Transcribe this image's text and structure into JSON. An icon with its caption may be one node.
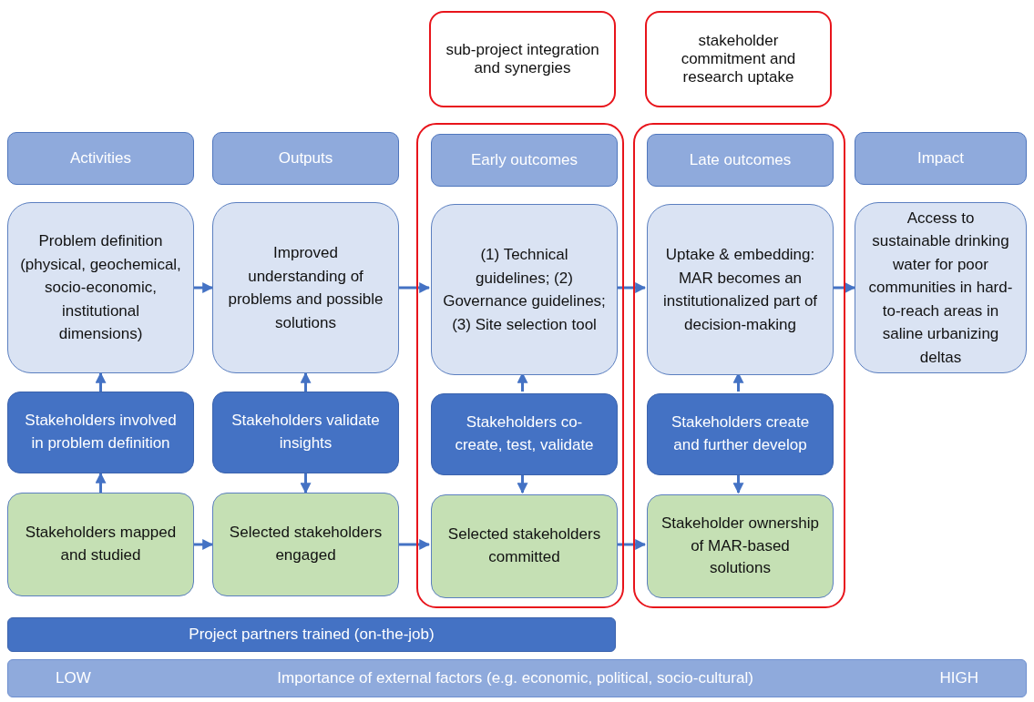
{
  "diagram": {
    "nodes": [
      {
        "text": [
          "sub-project integration and synergies"
        ]
      },
      {
        "text": [
          "stakeholder commitment and research uptake"
        ]
      },
      {
        "text": [],
        "shape": "box"
      },
      {
        "text": [],
        "shape": "box"
      },
      {
        "text": [
          "Activities"
        ]
      },
      {
        "text": [
          "Outputs"
        ]
      },
      {
        "text": [
          "Early outcomes"
        ],
        "in": 2
      },
      {
        "text": [
          "Late outcomes"
        ],
        "in": 3
      },
      {
        "text": [
          "Impact"
        ]
      },
      {
        "text": [
          "Problem definition (physical, geochemical, socio-economic, institutional dimensions)"
        ]
      },
      {
        "text": [
          "Improved understanding of problems and possible solutions"
        ]
      },
      {
        "text": [
          "(1) Technical guidelines; (2) Governance guidelines; (3) Site selection tool"
        ],
        "in": 2
      },
      {
        "text": [
          "Uptake & embedding: MAR becomes an institutionalized part of decision-making"
        ],
        "in": 3
      },
      {
        "text": [
          "Access to sustainable drinking water for poor communities in hard-to-reach areas in saline urbanizing deltas"
        ]
      },
      {
        "text": [
          "Stakeholders involved in problem definition"
        ]
      },
      {
        "text": [
          "Stakeholders validate insights"
        ]
      },
      {
        "text": [
          "Stakeholders co-create, test, validate"
        ],
        "in": 2
      },
      {
        "text": [
          "Stakeholders create and further develop"
        ],
        "in": 3
      },
      {
        "text": [
          "Stakeholders mapped and studied"
        ]
      },
      {
        "text": [
          "Selected stakeholders engaged"
        ]
      },
      {
        "text": [
          "Selected stakeholders committed"
        ],
        "in": 2
      },
      {
        "text": [
          "Stakeholder ownership of MAR-based solutions"
        ],
        "in": 3
      },
      {
        "text": [
          "Project partners trained (on-the-job)"
        ]
      },
      {
        "text": [
          "LOW",
          "Importance of external factors (e.g. economic, political, socio-cultural)",
          "HIGH"
        ]
      }
    ],
    "edges": [
      {
        "from": 9,
        "to": 10,
        "arrow": "to"
      },
      {
        "from": 10,
        "to": 11,
        "arrow": "to"
      },
      {
        "from": 11,
        "to": 12,
        "arrow": "to"
      },
      {
        "from": 12,
        "to": 13,
        "arrow": "to"
      },
      {
        "from": 14,
        "to": 9,
        "arrow": "to"
      },
      {
        "from": 18,
        "to": 14,
        "arrow": "to"
      },
      {
        "from": 15,
        "to": 10,
        "arrow": "to"
      },
      {
        "from": 15,
        "to": 19,
        "arrow": "to"
      },
      {
        "from": 16,
        "to": 11,
        "arrow": "to"
      },
      {
        "from": 16,
        "to": 20,
        "arrow": "to"
      },
      {
        "from": 17,
        "to": 12,
        "arrow": "to"
      },
      {
        "from": 17,
        "to": 21,
        "arrow": "to"
      },
      {
        "from": 18,
        "to": 19,
        "arrow": "to"
      },
      {
        "from": 19,
        "to": 20,
        "arrow": "to"
      },
      {
        "from": 20,
        "to": 21,
        "arrow": "to"
      }
    ]
  }
}
